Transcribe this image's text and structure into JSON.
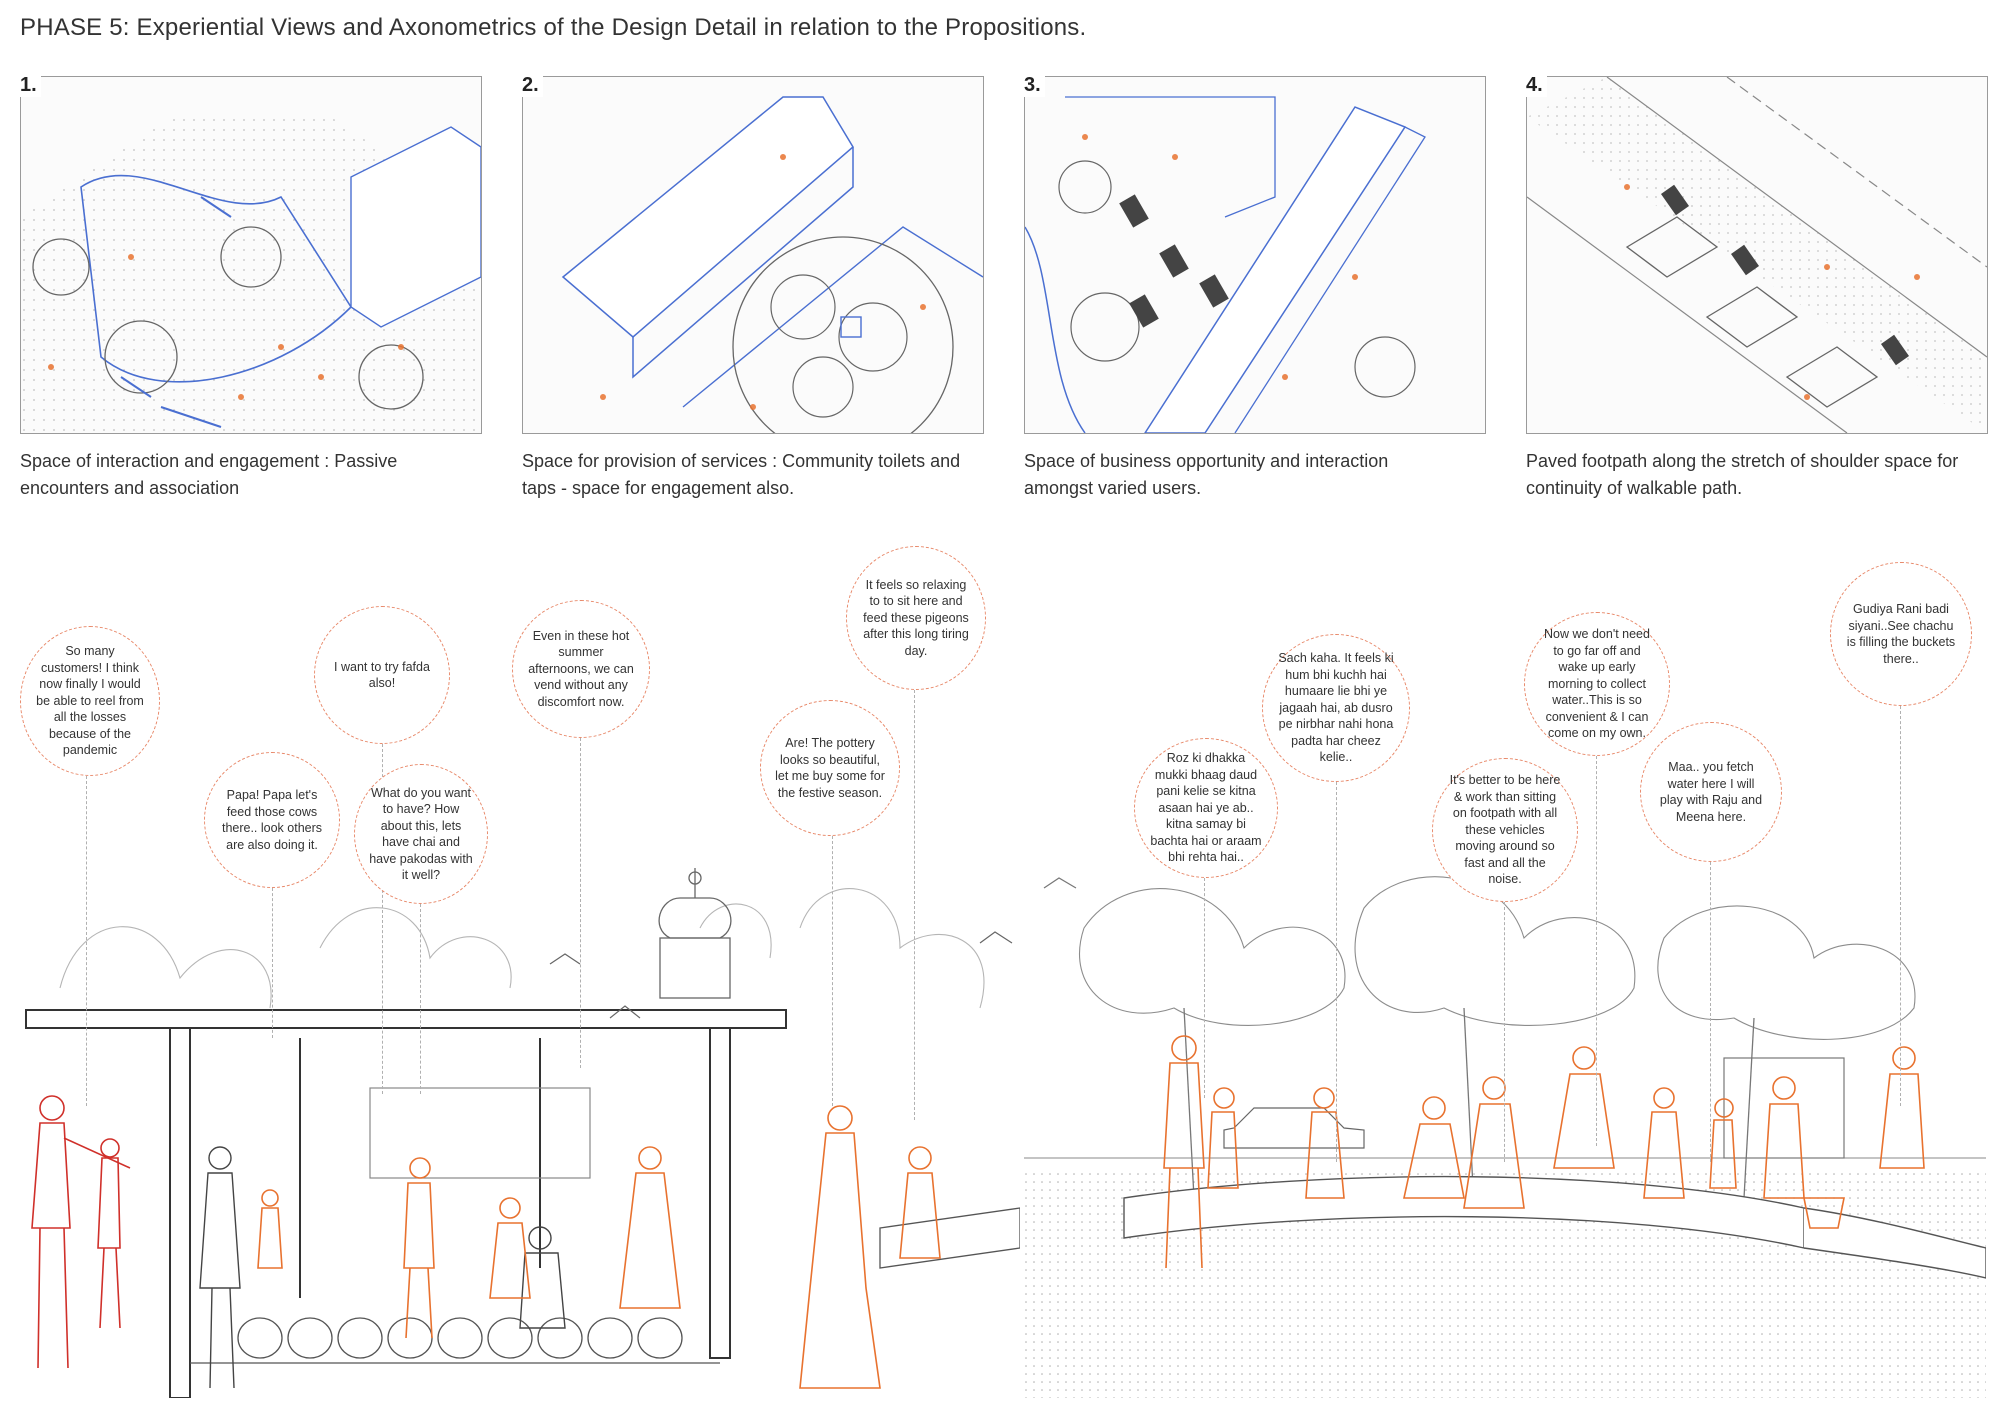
{
  "page": {
    "title": "PHASE 5: Experiential Views and Axonometrics of the Design Detail in relation to the Propositions."
  },
  "panels": [
    {
      "number": "1.",
      "caption_line1": "Space of interaction and engagement : Passive",
      "caption_line2": "encounters and association"
    },
    {
      "number": "2.",
      "caption_line1": "Space for provision of services : Community toilets and",
      "caption_line2": "taps - space for engagement also."
    },
    {
      "number": "3.",
      "caption_line1": "Space of business opportunity and interaction",
      "caption_line2": "amongst varied users."
    },
    {
      "number": "4.",
      "caption_line1": "Paved footpath along the stretch of shoulder space for",
      "caption_line2": "continuity of walkable path."
    }
  ],
  "bubbles_left": [
    "So many customers! I think now finally I would be able to reel from all the losses because of the pandemic",
    "Papa! Papa let's feed those cows there.. look others are also doing it.",
    "I want to try fafda also!",
    "What do you want to have? How about this, lets have chai and have pakodas with it well?",
    "Even in these hot summer afternoons, we can vend without any discomfort now.",
    "It feels so relaxing to to sit here and feed these pigeons after this long tiring day.",
    "Are! The pottery looks so beautiful, let me buy some for the festive season."
  ],
  "bubbles_right": [
    "Roz ki dhakka mukki bhaag daud pani kelie se kitna asaan hai ye ab.. kitna samay bi bachta hai or araam bhi rehta hai..",
    "Sach kaha. It feels ki hum bhi kuchh hai humaare lie bhi ye jagaah hai, ab dusro pe nirbhar nahi hona padta har cheez kelie..",
    "It's better to be here & work than sitting on footpath with all these vehicles moving around so fast and all the noise.",
    "Now we don't need to go far off and wake up early morning to collect water..This is so convenient & I can come on my own.",
    "Maa.. you fetch water here I will play with Raju and Meena here.",
    "Gudiya Rani badi siyani..See chachu is filling the buckets there.."
  ],
  "colors": {
    "accent_orange": "#e8722f",
    "figure_red": "#d0302a",
    "line_blue": "#4a6fd1",
    "line_gray": "#8c8c8c",
    "bubble_border": "#e8896a"
  }
}
